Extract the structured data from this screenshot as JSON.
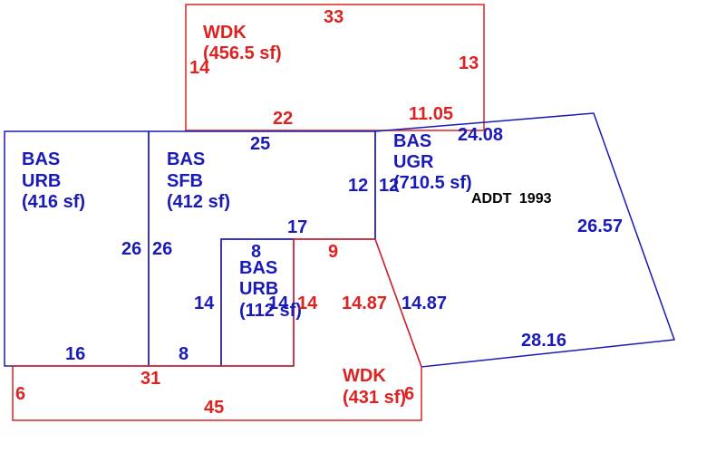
{
  "colors": {
    "red": "#dd2222",
    "blue": "#1a1ab8",
    "black": "#000000"
  },
  "areas": [
    {
      "id": "wdk-top",
      "color": "red",
      "lines": [
        "WDK",
        "(456.5 sf)"
      ]
    },
    {
      "id": "bas-urb-left",
      "color": "blue",
      "lines": [
        "BAS",
        "URB",
        "(416 sf)"
      ]
    },
    {
      "id": "bas-sfb",
      "color": "blue",
      "lines": [
        "BAS",
        "SFB",
        "(412 sf)"
      ]
    },
    {
      "id": "bas-ugr",
      "color": "blue",
      "lines": [
        "BAS",
        "UGR",
        "(710.5 sf)"
      ]
    },
    {
      "id": "bas-urb-small",
      "color": "blue",
      "lines": [
        "BAS",
        "URB",
        "(112 sf)"
      ]
    },
    {
      "id": "wdk-bottom",
      "color": "red",
      "lines": [
        "WDK",
        "(431 sf)"
      ]
    }
  ],
  "note": {
    "bold": "ADDT",
    "text": "1993"
  },
  "dimensions": [
    {
      "id": "wdk-top-top",
      "color": "red",
      "text": "33"
    },
    {
      "id": "wdk-top-left",
      "color": "red",
      "text": "14"
    },
    {
      "id": "wdk-top-right",
      "color": "red",
      "text": "13"
    },
    {
      "id": "wdk-top-bottom",
      "color": "red",
      "text": "22"
    },
    {
      "id": "wdk-top-bottom-right",
      "color": "red",
      "text": "11.05"
    },
    {
      "id": "sfb-top",
      "color": "blue",
      "text": "25"
    },
    {
      "id": "ugr-top",
      "color": "blue",
      "text": "24.08"
    },
    {
      "id": "sfb-right",
      "color": "blue",
      "text": "12"
    },
    {
      "id": "ugr-left",
      "color": "blue",
      "text": "12"
    },
    {
      "id": "ugr-right",
      "color": "blue",
      "text": "26.57"
    },
    {
      "id": "sfb-bottom-right",
      "color": "blue",
      "text": "17"
    },
    {
      "id": "urb-left-right",
      "color": "blue",
      "text": "26"
    },
    {
      "id": "sfb-left",
      "color": "blue",
      "text": "26"
    },
    {
      "id": "urb-small-top",
      "color": "blue",
      "text": "8"
    },
    {
      "id": "wdk-bottom-notch-top",
      "color": "red",
      "text": "9"
    },
    {
      "id": "urb-small-left",
      "color": "blue",
      "text": "14"
    },
    {
      "id": "urb-small-right",
      "color": "blue",
      "text": "14"
    },
    {
      "id": "wdk-bottom-notch-left",
      "color": "red",
      "text": "14"
    },
    {
      "id": "wdk-bottom-diag",
      "color": "red",
      "text": "14.87"
    },
    {
      "id": "ugr-diag",
      "color": "blue",
      "text": "14.87"
    },
    {
      "id": "ugr-bottom",
      "color": "blue",
      "text": "28.16"
    },
    {
      "id": "urb-left-bottom",
      "color": "blue",
      "text": "16"
    },
    {
      "id": "sfb-bottom",
      "color": "blue",
      "text": "8"
    },
    {
      "id": "wdk-bottom-top",
      "color": "red",
      "text": "31"
    },
    {
      "id": "wdk-bottom-left",
      "color": "red",
      "text": "6"
    },
    {
      "id": "wdk-bottom-right",
      "color": "red",
      "text": "6"
    },
    {
      "id": "wdk-bottom-bottom",
      "color": "red",
      "text": "45"
    }
  ]
}
